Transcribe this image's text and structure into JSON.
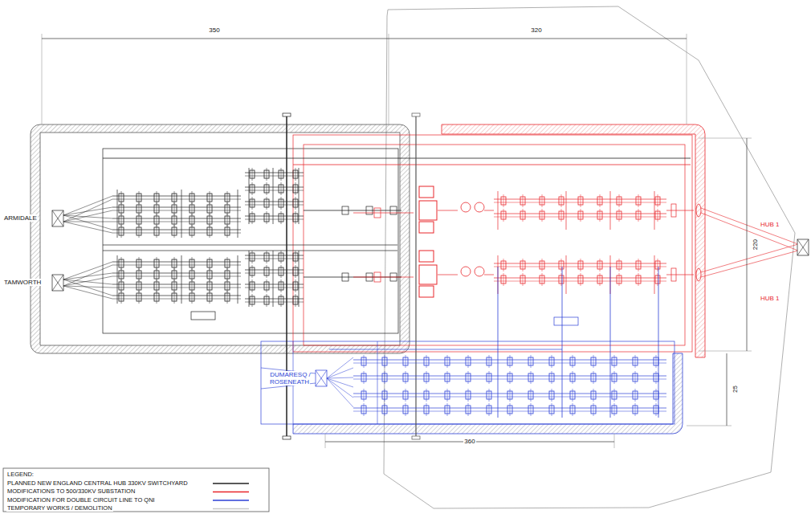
{
  "diagram": {
    "labels": [
      "350",
      "320",
      "220",
      "25",
      "360",
      "ARMIDALE",
      "TAMWORTH",
      "DUMARESQ / ROSENEATH",
      "HUB 1",
      "HUB 1",
      "LEGEND:"
    ],
    "legend": [
      {
        "text": "PLANNED NEW ENGLAND CENTRAL HUB 330KV SWITCHYARD"
      },
      {
        "text": "MODIFICATIONS TO 500/330KV SUBSTATION"
      },
      {
        "text": "MODIFICATION FOR DOUBLE CIRCUIT LINE TO QNI"
      },
      {
        "text": "TEMPORARY WORKS / DEMOLITION"
      }
    ]
  }
}
